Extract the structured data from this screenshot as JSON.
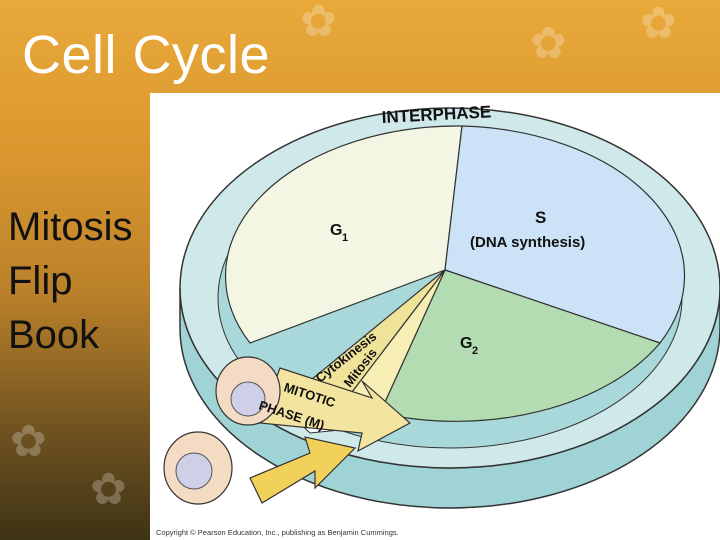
{
  "slide": {
    "title": "Cell Cycle",
    "side_lines": [
      "Mitosis",
      "Flip",
      "Book"
    ]
  },
  "diagram": {
    "interphase_label": "INTERPHASE",
    "g1_label": "G",
    "g1_sub": "1",
    "s_label": "S",
    "s_desc": "(DNA synthesis)",
    "g2_label": "G",
    "g2_sub": "2",
    "cytokinesis_label": "Cytokinesis",
    "mitosis_label": "Mitosis",
    "mitotic_line1": "MITOTIC",
    "mitotic_line2": "PHASE (M)",
    "copyright": "Copyright © Pearson Education, Inc., publishing as Benjamin Cummings."
  },
  "colors": {
    "g1_fill": "#f4f6e4",
    "s_fill": "#cce3f7",
    "g2_fill": "#b4dcb2",
    "ring_fill": "#cfe9ea",
    "mitotic_fill": "#f3e4a0",
    "cell_fill": "#f3dcc3",
    "nucleus_fill": "#cfcfe8"
  }
}
